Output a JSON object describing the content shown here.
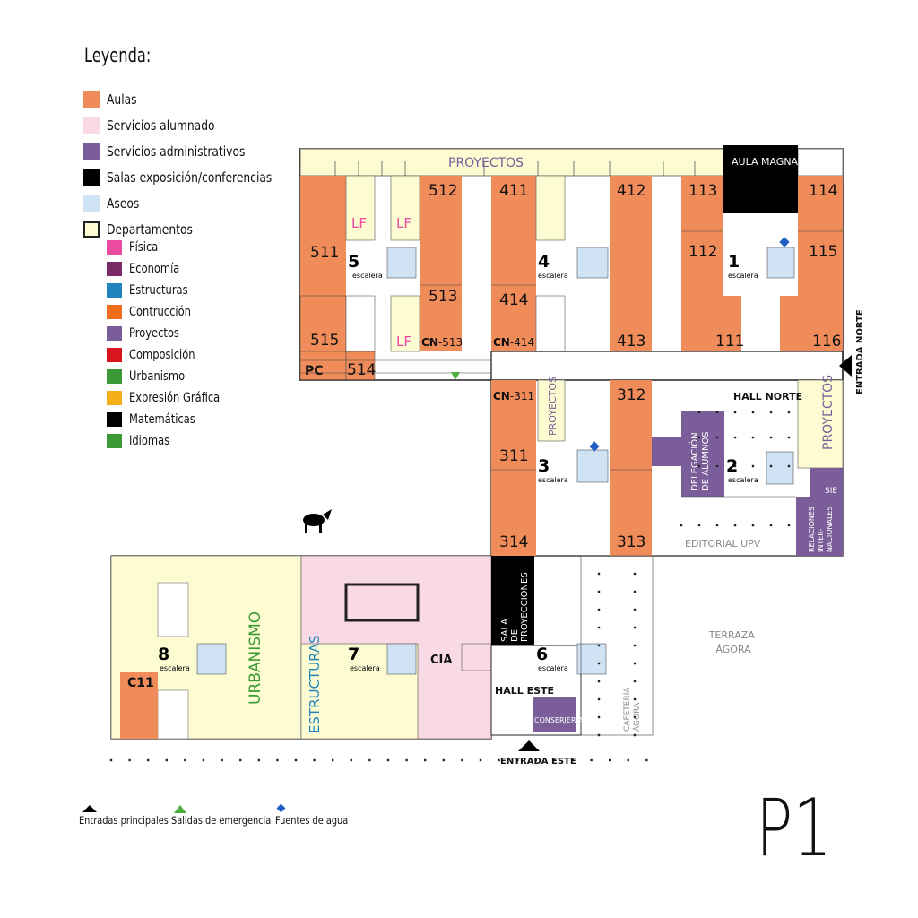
{
  "legend": {
    "title": "Leyenda:",
    "items": [
      {
        "label": "Aulas",
        "color": "#f08c5a"
      },
      {
        "label": "Servicios alumnado",
        "color": "#f9d9e3"
      },
      {
        "label": "Servicios administrativos",
        "color": "#7b5e99"
      },
      {
        "label": "Salas exposición/conferencias",
        "color": "#000000"
      },
      {
        "label": "Aseos",
        "color": "#cfe3f5"
      },
      {
        "label": "Departamentos",
        "color": "#fdfbd2"
      }
    ],
    "departments": [
      {
        "label": "Física",
        "color": "#ea4aa0"
      },
      {
        "label": "Economía",
        "color": "#7a2b67"
      },
      {
        "label": "Estructuras",
        "color": "#1f86bd"
      },
      {
        "label": "Contrucción",
        "color": "#ee6e1a"
      },
      {
        "label": "Proyectos",
        "color": "#7b5e99"
      },
      {
        "label": "Composición",
        "color": "#d9141e"
      },
      {
        "label": "Urbanismo",
        "color": "#3c9a36"
      },
      {
        "label": "Expresión Gráfica",
        "color": "#f5ad1a"
      },
      {
        "label": "Matemáticas",
        "color": "#000000"
      },
      {
        "label": "Idiomas",
        "color": "#3c9a36"
      }
    ]
  },
  "plan": {
    "rooms": {
      "r511": "511",
      "r512": "512",
      "r513": "513",
      "r514": "514",
      "r515": "515",
      "r411": "411",
      "r412": "412",
      "r413": "413",
      "r414": "414",
      "r311": "311",
      "r312": "312",
      "r313": "313",
      "r314": "314",
      "r111": "111",
      "r112": "112",
      "r113": "113",
      "r114": "114",
      "r115": "115",
      "r116": "116",
      "c11": "C11",
      "pc": "PC"
    },
    "labels": {
      "proyectos_top": "PROYECTOS",
      "proyectos_mid": "PROYECTOS",
      "proyectos_right": "PROYECTOS",
      "aula_magna": "AULA MAGNA",
      "lf1": "LF",
      "lf2": "LF",
      "lf3": "LF",
      "cn513_prefix": "CN",
      "cn513_num": "-513",
      "cn414_prefix": "CN",
      "cn414_num": "-414",
      "cn311_prefix": "CN",
      "cn311_num": "-311",
      "hall_norte": "HALL NORTE",
      "hall_este": "HALL ESTE",
      "entrada_norte": "ENTRADA NORTE",
      "entrada_este": "ENTRADA ESTE",
      "delegacion": [
        "DELEGACIÓN",
        "DE ALUMNOS"
      ],
      "sie": "SIE",
      "relaciones": [
        "RELACIONES",
        "INTER-",
        "NACIONALES"
      ],
      "editorial": "EDITORIAL UPV",
      "terraza": [
        "TERRAZA",
        "ÁGORA"
      ],
      "sala_proyecciones": [
        "SALA",
        "DE",
        "PROYECCIONES"
      ],
      "cia": "CIA",
      "conserjeria": "CONSERJERÍA",
      "cafeteria": [
        "CAFETERÍA",
        "ÁGORA"
      ],
      "urbanismo": "URBANISMO",
      "estructuras": "ESTRUCTURAS"
    },
    "stairs": [
      {
        "num": "5",
        "word": "escalera"
      },
      {
        "num": "4",
        "word": "escalera"
      },
      {
        "num": "1",
        "word": "escalera"
      },
      {
        "num": "3",
        "word": "escalera"
      },
      {
        "num": "2",
        "word": "escalera"
      },
      {
        "num": "8",
        "word": "escalera"
      },
      {
        "num": "7",
        "word": "escalera"
      },
      {
        "num": "6",
        "word": "escalera"
      }
    ]
  },
  "bottom_legend": {
    "entradas": "Entradas principales",
    "salidas": "Salidas de emergencia",
    "fuentes": "Fuentes de agua"
  },
  "floor": "P1",
  "colors": {
    "aula": "#f08c5a",
    "dept": "#fdfbd2",
    "alumnado": "#f9d9e3",
    "admin": "#7b5e99",
    "aseo": "#cfe3f5",
    "black": "#000000",
    "exit": "#4cae3a",
    "water": "#1f5fc4"
  }
}
